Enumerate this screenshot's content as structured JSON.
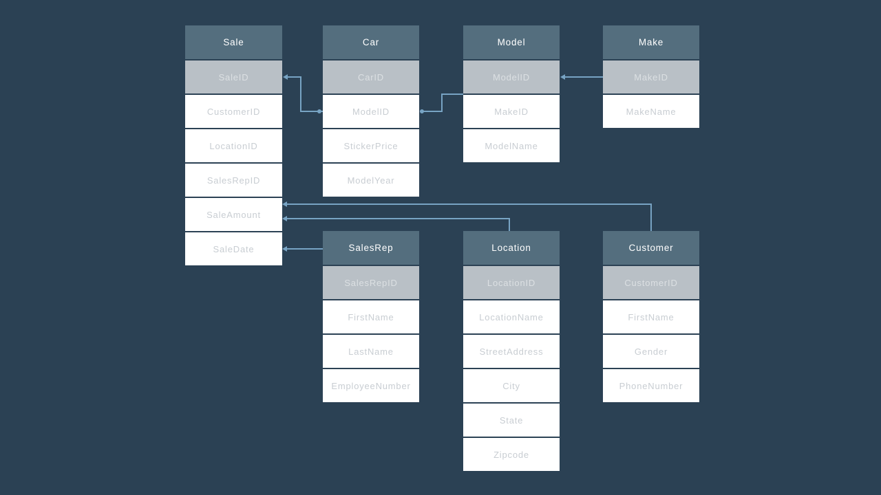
{
  "colors": {
    "background": "#2B4154",
    "table_header_bg": "#546E7E",
    "table_header_text": "#FFFFFF",
    "key_row_bg": "#B9C0C6",
    "key_row_text": "#DCE0E3",
    "row_bg": "#FFFFFF",
    "row_text": "#C8CDD2",
    "connector": "#78A4C4"
  },
  "tables": [
    {
      "name": "Sale",
      "fields": [
        {
          "label": "SaleID",
          "key": true
        },
        {
          "label": "CustomerID",
          "key": false
        },
        {
          "label": "LocationID",
          "key": false
        },
        {
          "label": "SalesRepID",
          "key": false
        },
        {
          "label": "SaleAmount",
          "key": false
        },
        {
          "label": "SaleDate",
          "key": false
        }
      ]
    },
    {
      "name": "Car",
      "fields": [
        {
          "label": "CarID",
          "key": true
        },
        {
          "label": "ModelID",
          "key": false
        },
        {
          "label": "StickerPrice",
          "key": false
        },
        {
          "label": "ModelYear",
          "key": false
        }
      ]
    },
    {
      "name": "Model",
      "fields": [
        {
          "label": "ModelID",
          "key": true
        },
        {
          "label": "MakeID",
          "key": false
        },
        {
          "label": "ModelName",
          "key": false
        }
      ]
    },
    {
      "name": "Make",
      "fields": [
        {
          "label": "MakeID",
          "key": true
        },
        {
          "label": "MakeName",
          "key": false
        }
      ]
    },
    {
      "name": "SalesRep",
      "fields": [
        {
          "label": "SalesRepID",
          "key": true
        },
        {
          "label": "FirstName",
          "key": false
        },
        {
          "label": "LastName",
          "key": false
        },
        {
          "label": "EmployeeNumber",
          "key": false
        }
      ]
    },
    {
      "name": "Location",
      "fields": [
        {
          "label": "LocationID",
          "key": true
        },
        {
          "label": "LocationName",
          "key": false
        },
        {
          "label": "StreetAddress",
          "key": false
        },
        {
          "label": "City",
          "key": false
        },
        {
          "label": "State",
          "key": false
        },
        {
          "label": "Zipcode",
          "key": false
        }
      ]
    },
    {
      "name": "Customer",
      "fields": [
        {
          "label": "CustomerID",
          "key": true
        },
        {
          "label": "FirstName",
          "key": false
        },
        {
          "label": "Gender",
          "key": false
        },
        {
          "label": "PhoneNumber",
          "key": false
        }
      ]
    }
  ],
  "connections": [
    {
      "from": "Sale.SaleID",
      "to": "Car.ModelID"
    },
    {
      "from": "Car.ModelID",
      "to": "Model.ModelID"
    },
    {
      "from": "Model.ModelID",
      "to": "Make.MakeID"
    },
    {
      "from": "Sale.SaleAmount",
      "to": "Customer"
    },
    {
      "from": "Sale.SaleAmount",
      "to": "Location"
    },
    {
      "from": "Sale.SaleDate",
      "to": "SalesRep"
    }
  ]
}
